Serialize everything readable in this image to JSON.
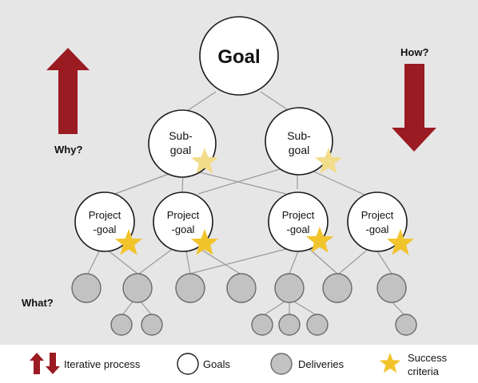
{
  "diagram": {
    "goal": {
      "label": "Goal"
    },
    "subgoals": [
      {
        "line1": "Sub-",
        "line2": "goal"
      },
      {
        "line1": "Sub-",
        "line2": "goal"
      }
    ],
    "project_goals": [
      {
        "line1": "Project",
        "line2": "-goal"
      },
      {
        "line1": "Project",
        "line2": "-goal"
      },
      {
        "line1": "Project",
        "line2": "-goal"
      },
      {
        "line1": "Project",
        "line2": "-goal"
      }
    ],
    "questions": {
      "why": "Why?",
      "how": "How?",
      "what": "What?"
    }
  },
  "legend": {
    "iterative": "Iterative process",
    "goals": "Goals",
    "deliveries": "Deliveries",
    "success_line1": "Success",
    "success_line2": "criteria"
  },
  "colors": {
    "arrow": "#9b1b22",
    "star_faded": "#f3dc8a",
    "star_bright": "#f2c42c",
    "delivery_fill": "#c2c2c2",
    "background": "#e6e6e6"
  }
}
